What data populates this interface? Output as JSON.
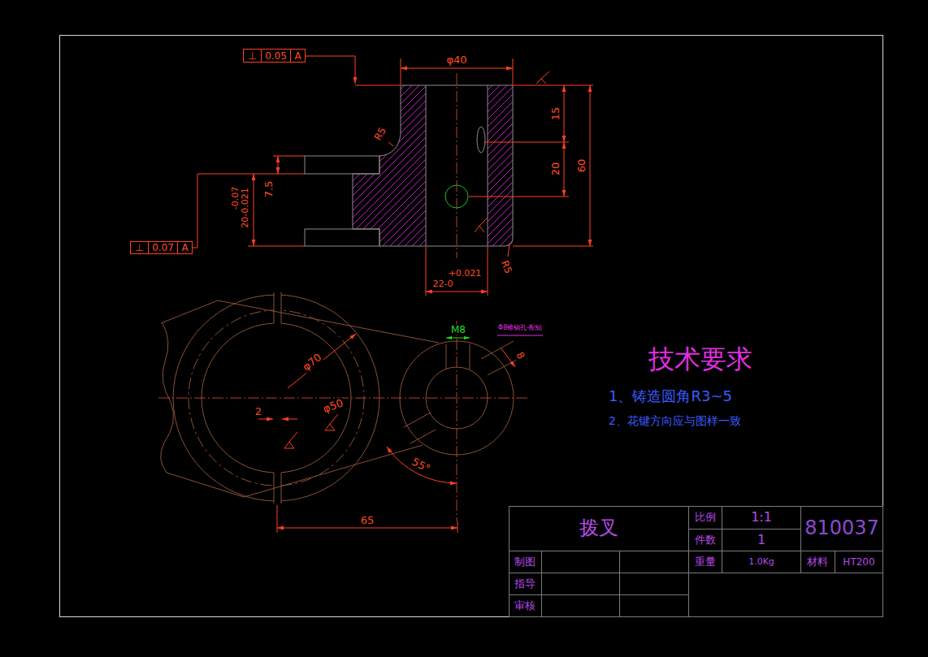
{
  "diagram": {
    "nodes": [
      {
        "text": [
          "⊥",
          "0.05",
          "A"
        ]
      },
      {
        "text": [
          "⊥",
          "0.07",
          "A"
        ]
      }
    ],
    "labels": [
      "φ40",
      "15",
      "20",
      "60",
      "R5",
      "7.5",
      "-0.07",
      "20-0.021",
      "R5",
      "+0.021",
      "22-0",
      "M8",
      "Φ8锥销孔-配钻",
      "8",
      "φ70",
      "φ50",
      "2",
      "55°",
      "65",
      "技术要求",
      "1、铸造圆角R3~5",
      "2、花键方向应与图样一致",
      "拨叉",
      "比例",
      "1:1",
      "件数",
      "1",
      "810037",
      "重量",
      "1.0Kg",
      "材料",
      "HT200",
      "制图",
      "指导",
      "审核"
    ]
  }
}
